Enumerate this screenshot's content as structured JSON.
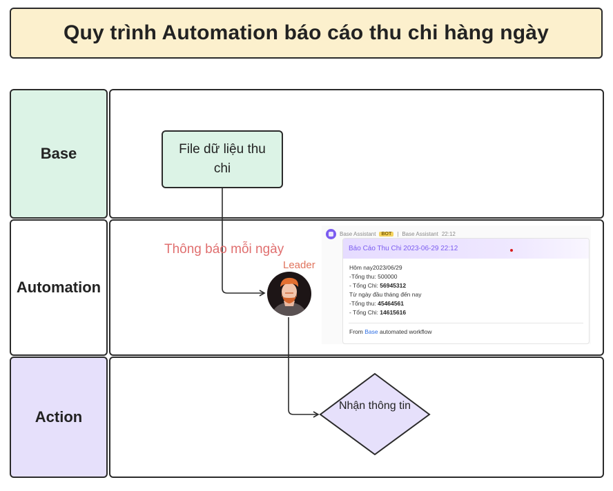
{
  "title": "Quy trình Automation báo cáo thu chi hàng ngày",
  "lanes": {
    "base": "Base",
    "automation": "Automation",
    "action": "Action"
  },
  "nodes": {
    "file": "File dữ liệu thu chi",
    "notify": "Thông báo mỗi ngày",
    "leader": "Leader",
    "receive": "Nhận thông tin"
  },
  "chat": {
    "sender": "Base Assistant",
    "badge": "BOT",
    "source": "Base Assistant",
    "time": "22:12",
    "card_title": "Báo Cáo Thu Chi 2023-06-29 22:12",
    "line1": "Hôm nay2023/06/29",
    "line2_label": "-Tổng thu: ",
    "line2_value": "500000",
    "line3_label": "- Tổng Chi: ",
    "line3_value": "56945312",
    "line4": "Từ ngày đầu tháng đến nay",
    "line5_label": "-Tổng thu: ",
    "line5_value": "45464561",
    "line6_label": "- Tổng Chi: ",
    "line6_value": "14615616",
    "footer_from": "From ",
    "footer_link": "Base",
    "footer_rest": " automated workflow"
  },
  "colors": {
    "title_bg": "#fcf0cd",
    "base_bg": "#dcf3e6",
    "action_bg": "#e6e0fb",
    "notify_text": "#e06f6f",
    "bot_accent": "#7b5cf0"
  }
}
